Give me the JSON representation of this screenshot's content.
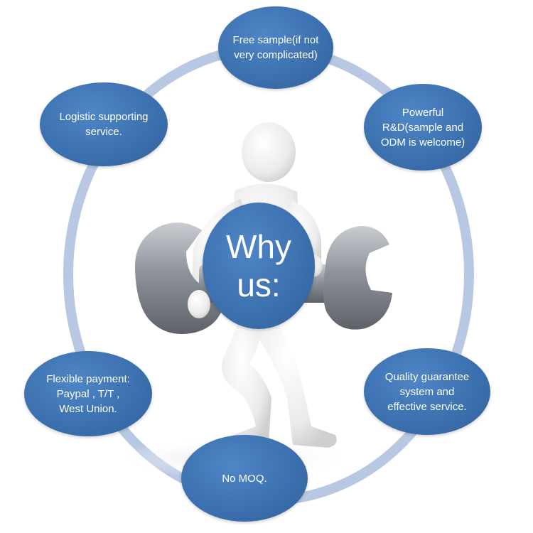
{
  "center": {
    "label": "Why\nus:"
  },
  "bubbles": {
    "free_sample": "Free sample(if not\nvery complicated)",
    "rnd": "Powerful\nR&D(sample and\nODM is welcome)",
    "logistic": "Logistic supporting\nservice.",
    "quality": "Quality guarantee\nsystem and\neffective service.",
    "flexible_payment": "Flexible payment:\nPaypal , T/T ,\nWest Union.",
    "no_moq": "No MOQ."
  },
  "colors": {
    "bubble": "#3b6fae",
    "ring": "#b9c8e2",
    "text": "#ffffff"
  },
  "icons": [
    "wrench-icon",
    "person-figure"
  ]
}
